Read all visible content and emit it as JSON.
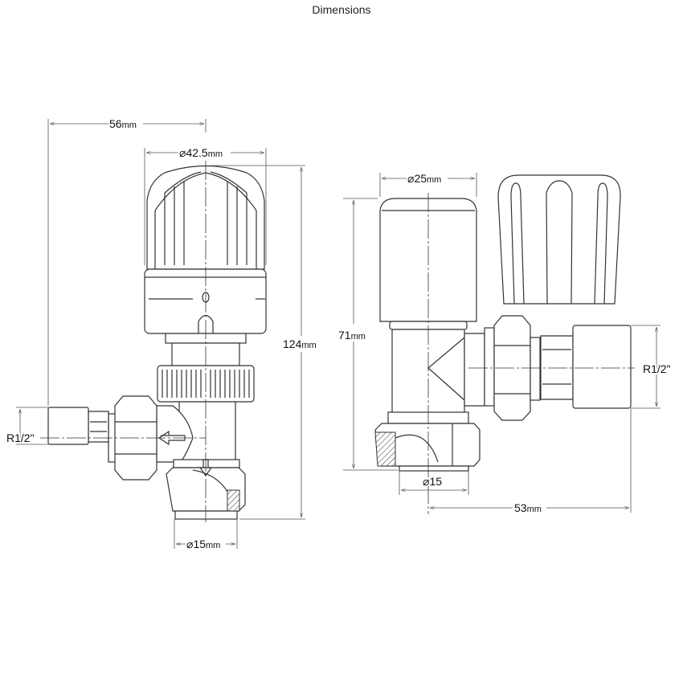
{
  "title": "Dimensions",
  "left_valve": {
    "name": "thermostatic-radiator-valve",
    "width": {
      "value": "56",
      "unit": "mm"
    },
    "head_diameter": {
      "symbol": "⌀",
      "value": "42.5",
      "unit": "mm"
    },
    "height": {
      "value": "124",
      "unit": "mm"
    },
    "thread": "R1/2\"",
    "pipe_diameter": {
      "symbol": "⌀",
      "value": "15",
      "unit": "mm"
    }
  },
  "right_valve": {
    "name": "manual-radiator-valve",
    "head_diameter": {
      "symbol": "⌀",
      "value": "25",
      "unit": "mm"
    },
    "height": {
      "value": "71",
      "unit": "mm"
    },
    "thread": "R1/2\"",
    "pipe_diameter": {
      "symbol": "⌀",
      "value": "15"
    },
    "width": {
      "value": "53",
      "unit": "mm"
    }
  }
}
